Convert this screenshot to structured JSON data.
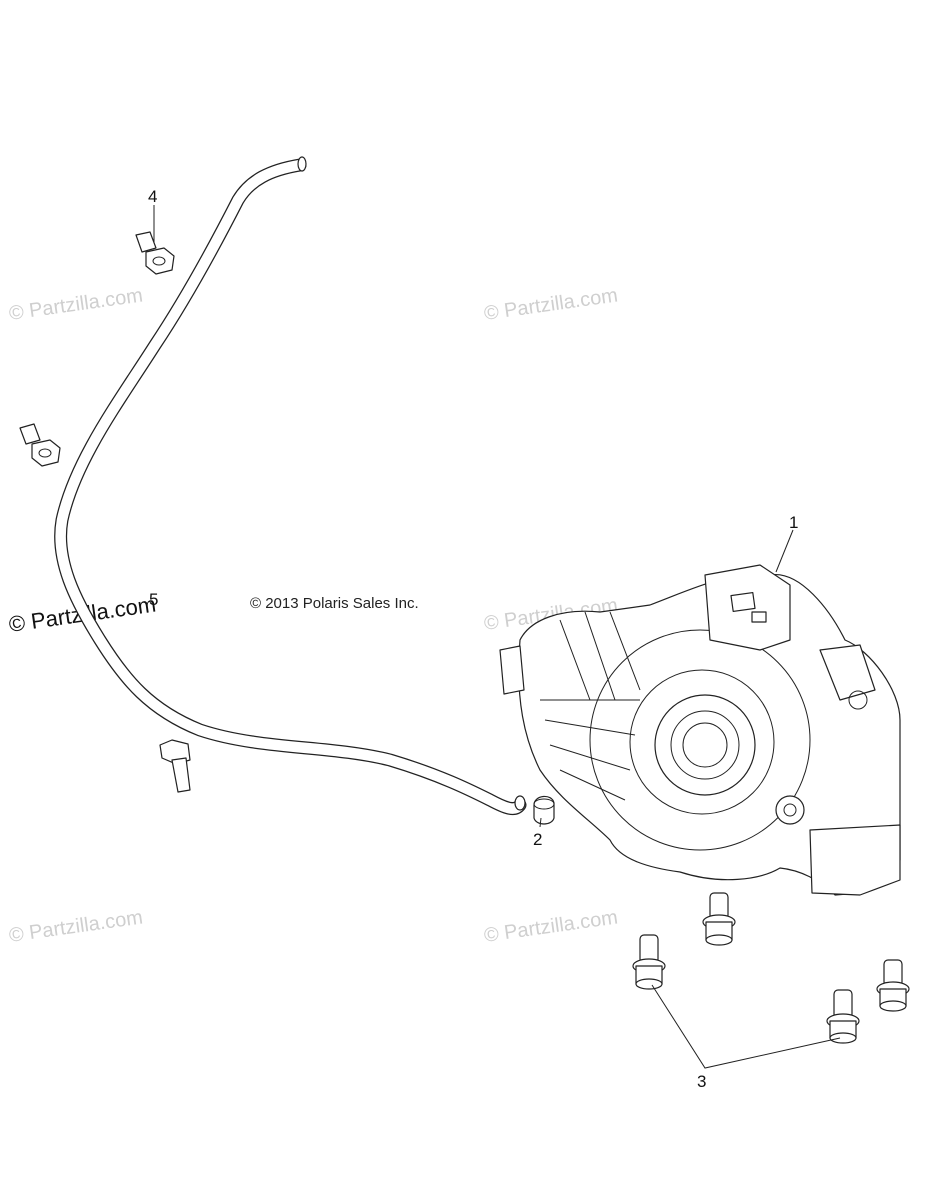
{
  "diagram": {
    "callouts": [
      "1",
      "2",
      "3",
      "4",
      "5"
    ],
    "copyright": "© 2013 Polaris Sales Inc.",
    "watermark": "© Partzilla.com"
  }
}
